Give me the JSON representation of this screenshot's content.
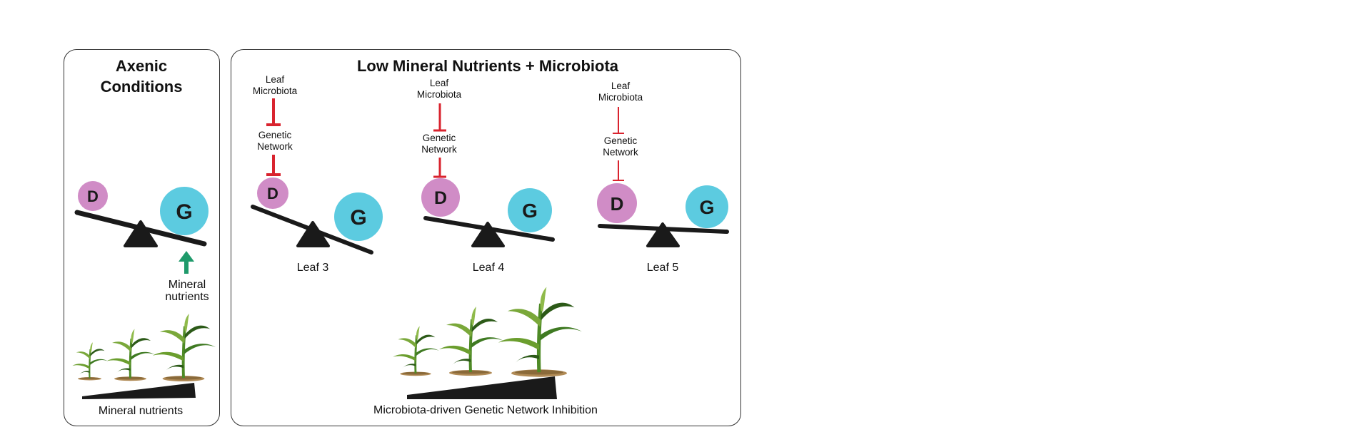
{
  "axenic": {
    "title_line1": "Axenic",
    "title_line2": "Conditions",
    "ball_d": "D",
    "ball_g": "G",
    "arrow_label_line1": "Mineral",
    "arrow_label_line2": "nutrients",
    "wedge_label": "Mineral nutrients"
  },
  "low": {
    "title": "Low Mineral Nutrients + Microbiota",
    "wedge_label": "Microbiota-driven Genetic Network Inhibition",
    "leaves": [
      {
        "microbiota_line1": "Leaf",
        "microbiota_line2": "Microbiota",
        "network_line1": "Genetic",
        "network_line2": "Network",
        "ball_d": "D",
        "ball_g": "G",
        "label": "Leaf 3"
      },
      {
        "microbiota_line1": "Leaf",
        "microbiota_line2": "Microbiota",
        "network_line1": "Genetic",
        "network_line2": "Network",
        "ball_d": "D",
        "ball_g": "G",
        "label": "Leaf 4"
      },
      {
        "microbiota_line1": "Leaf",
        "microbiota_line2": "Microbiota",
        "network_line1": "Genetic",
        "network_line2": "Network",
        "ball_d": "D",
        "ball_g": "G",
        "label": "Leaf 5"
      }
    ]
  },
  "colors": {
    "d_ball": "#d08cc6",
    "g_ball": "#5ccbe0",
    "inhibit": "#d9232e",
    "arrow": "#1f9a6b",
    "dark": "#1a1a1a",
    "plant": "#4e8a26",
    "plant_dark": "#2c5a18",
    "soil": "#b08a55"
  }
}
